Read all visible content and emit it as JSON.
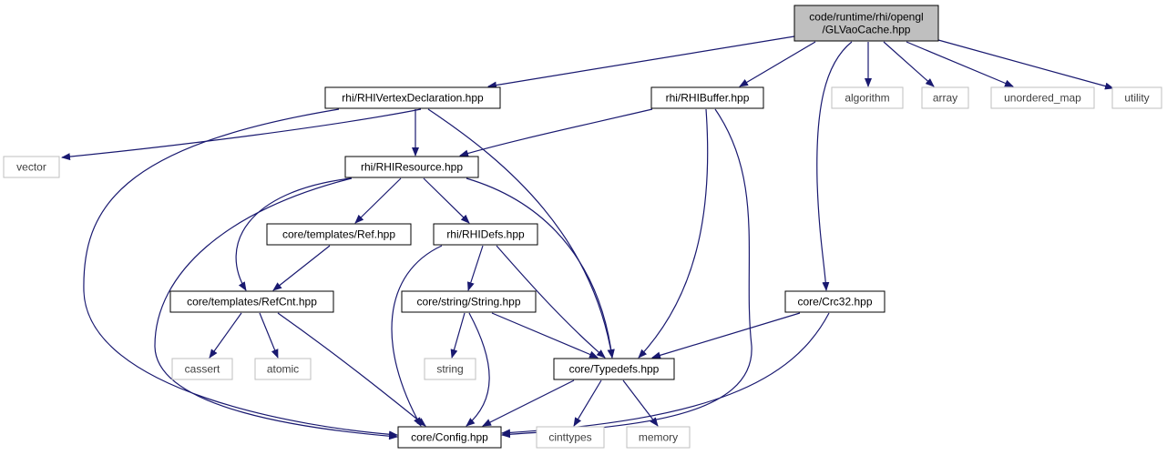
{
  "nodes": [
    {
      "id": "root",
      "lines": [
        "code/runtime/rhi/opengl",
        "/GLVaoCache.hpp"
      ],
      "kind": "root"
    },
    {
      "id": "rhivd",
      "lines": [
        "rhi/RHIVertexDeclaration.hpp"
      ],
      "kind": "local"
    },
    {
      "id": "rhibuf",
      "lines": [
        "rhi/RHIBuffer.hpp"
      ],
      "kind": "local"
    },
    {
      "id": "algorithm",
      "lines": [
        "algorithm"
      ],
      "kind": "system"
    },
    {
      "id": "array",
      "lines": [
        "array"
      ],
      "kind": "system"
    },
    {
      "id": "umap",
      "lines": [
        "unordered_map"
      ],
      "kind": "system"
    },
    {
      "id": "utility",
      "lines": [
        "utility"
      ],
      "kind": "system"
    },
    {
      "id": "vector",
      "lines": [
        "vector"
      ],
      "kind": "system"
    },
    {
      "id": "rhires",
      "lines": [
        "rhi/RHIResource.hpp"
      ],
      "kind": "local"
    },
    {
      "id": "ref",
      "lines": [
        "core/templates/Ref.hpp"
      ],
      "kind": "local"
    },
    {
      "id": "rhidefs",
      "lines": [
        "rhi/RHIDefs.hpp"
      ],
      "kind": "local"
    },
    {
      "id": "refcnt",
      "lines": [
        "core/templates/RefCnt.hpp"
      ],
      "kind": "local"
    },
    {
      "id": "string",
      "lines": [
        "core/string/String.hpp"
      ],
      "kind": "local"
    },
    {
      "id": "crc",
      "lines": [
        "core/Crc32.hpp"
      ],
      "kind": "local"
    },
    {
      "id": "cassert",
      "lines": [
        "cassert"
      ],
      "kind": "system"
    },
    {
      "id": "atomic",
      "lines": [
        "atomic"
      ],
      "kind": "system"
    },
    {
      "id": "stdstring",
      "lines": [
        "string"
      ],
      "kind": "system"
    },
    {
      "id": "typedefs",
      "lines": [
        "core/Typedefs.hpp"
      ],
      "kind": "local"
    },
    {
      "id": "config",
      "lines": [
        "core/Config.hpp"
      ],
      "kind": "local"
    },
    {
      "id": "cinttypes",
      "lines": [
        "cinttypes"
      ],
      "kind": "system"
    },
    {
      "id": "memory",
      "lines": [
        "memory"
      ],
      "kind": "system"
    }
  ],
  "edges": [
    [
      "root",
      "rhivd"
    ],
    [
      "root",
      "rhibuf"
    ],
    [
      "root",
      "algorithm"
    ],
    [
      "root",
      "array"
    ],
    [
      "root",
      "umap"
    ],
    [
      "root",
      "utility"
    ],
    [
      "root",
      "crc"
    ],
    [
      "rhivd",
      "vector"
    ],
    [
      "rhivd",
      "rhires"
    ],
    [
      "rhivd",
      "typedefs"
    ],
    [
      "rhivd",
      "config"
    ],
    [
      "rhibuf",
      "rhires"
    ],
    [
      "rhibuf",
      "typedefs"
    ],
    [
      "rhibuf",
      "config"
    ],
    [
      "rhires",
      "ref"
    ],
    [
      "rhires",
      "rhidefs"
    ],
    [
      "rhires",
      "refcnt"
    ],
    [
      "rhires",
      "typedefs"
    ],
    [
      "rhires",
      "config"
    ],
    [
      "ref",
      "refcnt"
    ],
    [
      "rhidefs",
      "string"
    ],
    [
      "rhidefs",
      "typedefs"
    ],
    [
      "rhidefs",
      "config"
    ],
    [
      "refcnt",
      "cassert"
    ],
    [
      "refcnt",
      "atomic"
    ],
    [
      "refcnt",
      "config"
    ],
    [
      "string",
      "stdstring"
    ],
    [
      "string",
      "typedefs"
    ],
    [
      "string",
      "config"
    ],
    [
      "crc",
      "typedefs"
    ],
    [
      "crc",
      "config"
    ],
    [
      "typedefs",
      "config"
    ],
    [
      "typedefs",
      "cinttypes"
    ],
    [
      "typedefs",
      "memory"
    ]
  ],
  "colors": {
    "edge": "#191970",
    "root_fill": "#bfbfbf",
    "local_border": "#000000",
    "system_border": "#bfbfbf",
    "system_text": "#404040",
    "text": "#000000"
  }
}
